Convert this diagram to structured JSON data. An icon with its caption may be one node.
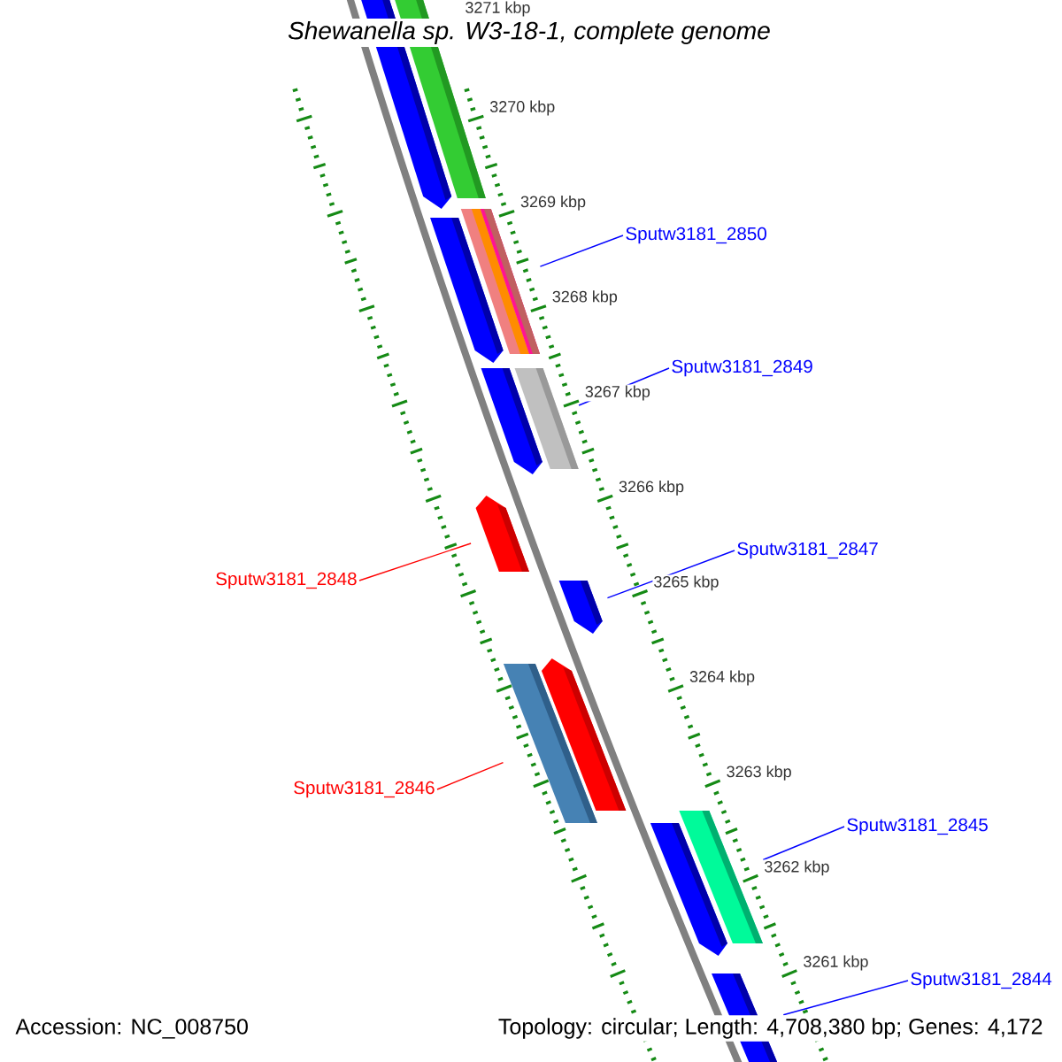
{
  "diagram": {
    "title": "Shewanella sp. W3-18-1, complete genome",
    "nodes": [
      {
        "text": [],
        "shape": "bar"
      },
      {
        "text": [],
        "shape": "arrow"
      },
      {
        "text": [
          "Sputw3181_2850"
        ]
      },
      {
        "text": [],
        "shape": "bar"
      },
      {
        "text": [],
        "shape": "arrow"
      },
      {
        "text": [
          "Sputw3181_2849"
        ]
      },
      {
        "text": [],
        "shape": "bar"
      },
      {
        "text": [],
        "shape": "arrow"
      },
      {
        "text": [],
        "shape": "arrow"
      },
      {
        "text": [
          "Sputw3181_2847"
        ]
      },
      {
        "text": [
          "Sputw3181_2848"
        ]
      },
      {
        "text": [],
        "shape": "arrow"
      },
      {
        "text": [],
        "shape": "bar"
      },
      {
        "text": [],
        "shape": "arrow"
      },
      {
        "text": [
          "Sputw3181_2846"
        ]
      },
      {
        "text": [
          "Sputw3181_2845"
        ]
      },
      {
        "text": [],
        "shape": "bar"
      },
      {
        "text": [],
        "shape": "arrow"
      },
      {
        "text": [
          "Sputw3181_2844"
        ]
      },
      {
        "text": [],
        "shape": "bar"
      }
    ],
    "edges": [
      {
        "from": 2,
        "to": 3,
        "arrow": "none"
      },
      {
        "from": 5,
        "to": 6,
        "arrow": "none"
      },
      {
        "from": 9,
        "to": 11,
        "arrow": "none"
      },
      {
        "from": 10,
        "to": 8,
        "arrow": "none",
        "color": "#ff0000"
      },
      {
        "from": 14,
        "to": 12,
        "arrow": "none",
        "color": "#ff0000"
      },
      {
        "from": 15,
        "to": 16,
        "arrow": "none"
      },
      {
        "from": 18,
        "to": 19,
        "arrow": "none"
      }
    ],
    "labels": [
      "3271 kbp",
      "3270 kbp",
      "3269 kbp",
      "3268 kbp",
      "3267 kbp",
      "3266 kbp",
      "3265 kbp",
      "3264 kbp",
      "3263 kbp",
      "3262 kbp",
      "3261 kbp",
      "Accession: NC_008750",
      "Topology: circular; Length: 4,708,380 bp; Genes: 4,172"
    ]
  }
}
